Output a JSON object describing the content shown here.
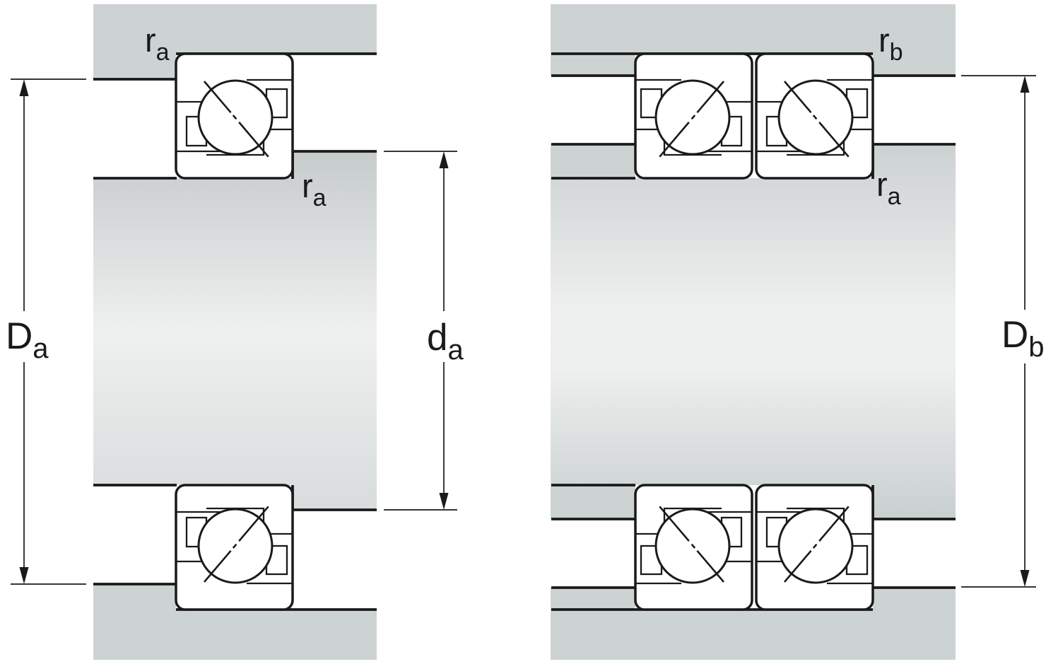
{
  "figure": {
    "type": "technical-cross-section",
    "subject_left": "single angular contact ball bearing arrangement with housing and shaft abutments",
    "subject_right": "paired (tandem/face-to-face) angular contact ball bearings with housing and shaft abutments"
  },
  "labels": {
    "left": {
      "housing_fillet": {
        "base": "r",
        "sub": "a"
      },
      "shaft_fillet": {
        "base": "r",
        "sub": "a"
      },
      "housing_abutment_diameter": {
        "base": "D",
        "sub": "a"
      },
      "shaft_abutment_diameter": {
        "base": "d",
        "sub": "a"
      }
    },
    "right": {
      "housing_fillet": {
        "base": "r",
        "sub": "b"
      },
      "shaft_fillet": {
        "base": "r",
        "sub": "a"
      },
      "housing_abutment_diameter": {
        "base": "D",
        "sub": "b"
      }
    }
  },
  "colors": {
    "background": "#ffffff",
    "line": "#1a1a1a",
    "housing_gray": "#cdd3d3",
    "shaft_gradient_left": [
      "#c6cbcb",
      "#eff0f0",
      "#d8dcdc"
    ],
    "shaft_gradient_right": [
      "#ccd1d1",
      "#eff0f0",
      "#c9cfcf"
    ]
  }
}
